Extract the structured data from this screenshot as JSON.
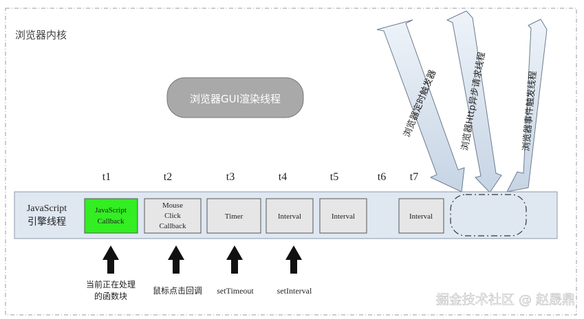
{
  "container_title": "浏览器内核",
  "gui_thread": "浏览器GUI渲染线程",
  "engine_label_line1": "JavaScript",
  "engine_label_line2": "引擎线程",
  "time_labels": [
    "t1",
    "t2",
    "t3",
    "t4",
    "t5",
    "t6",
    "t7"
  ],
  "tasks": [
    {
      "line1": "JavaScript",
      "line2": "Callback",
      "line3": "",
      "highlight": true
    },
    {
      "line1": "Mouse",
      "line2": "Click",
      "line3": "Callback",
      "highlight": false
    },
    {
      "line1": "Timer",
      "line2": "",
      "line3": "",
      "highlight": false
    },
    {
      "line1": "Interval",
      "line2": "",
      "line3": "",
      "highlight": false
    },
    {
      "line1": "Interval",
      "line2": "",
      "line3": "",
      "highlight": false
    },
    {
      "line1": "Interval",
      "line2": "",
      "line3": "",
      "highlight": false
    }
  ],
  "trigger_threads": [
    "浏览器定时触发器",
    "浏览器Http异步请求线程",
    "浏览器事件触发线程"
  ],
  "sources": [
    {
      "line1": "当前正在处理",
      "line2": "的函数块"
    },
    {
      "line1": "鼠标点击回调",
      "line2": ""
    },
    {
      "line1": "setTimeout",
      "line2": ""
    },
    {
      "line1": "setInterval",
      "line2": ""
    }
  ],
  "watermark": "掘金技术社区 @ 赵晟鼎",
  "colors": {
    "highlight": "#33ee22",
    "task_fill": "#e6e6e6",
    "engine_fill": "#dfe7f1",
    "gui_fill": "#a9a9a9",
    "arrow_fill": "#dce6f0"
  }
}
